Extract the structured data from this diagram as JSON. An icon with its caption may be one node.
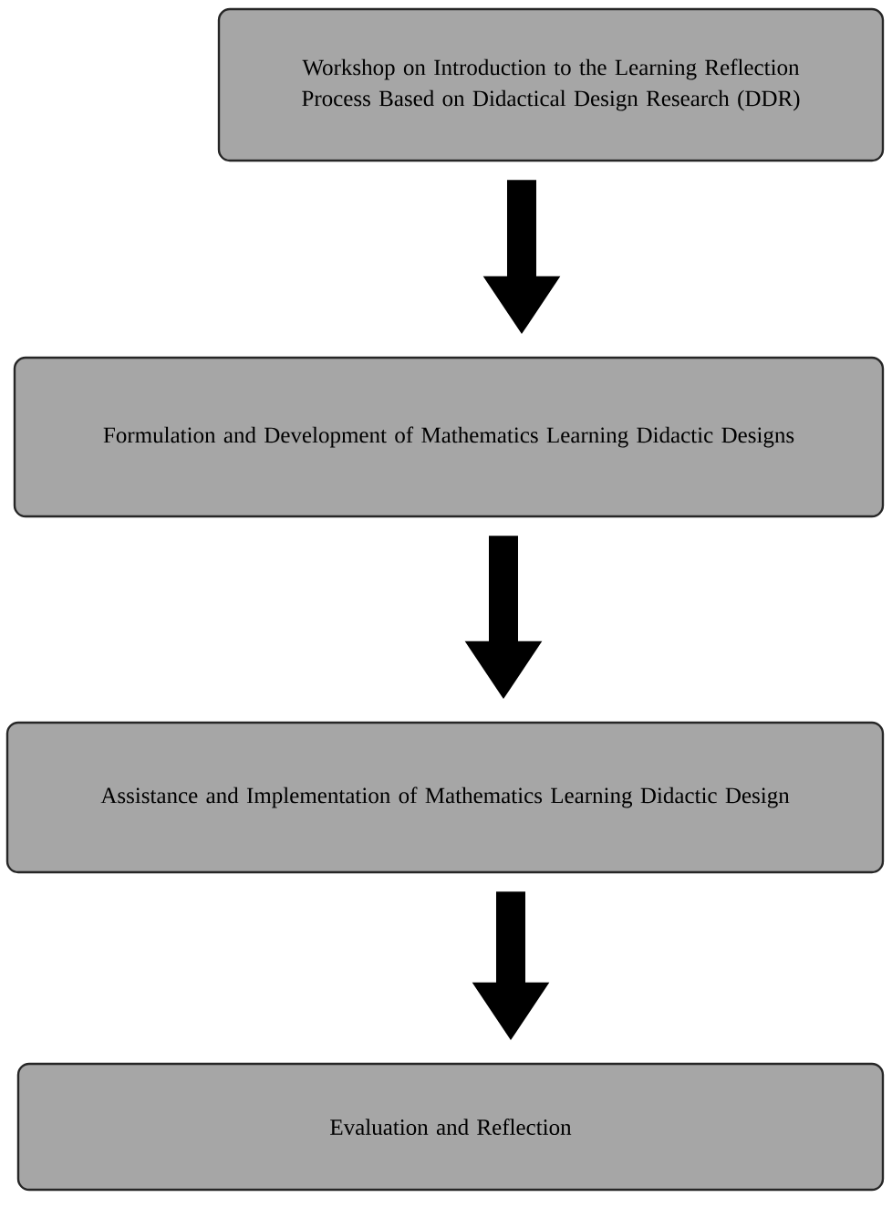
{
  "diagram": {
    "nodes": [
      {
        "text": [
          "Workshop on Introduction to the Learning Reflection Process Based on Didactical Design Research (DDR)"
        ]
      },
      {
        "text": [
          "Formulation and Development of Mathematics Learning Didactic Designs"
        ]
      },
      {
        "text": [
          "Assistance and Implementation of Mathematics Learning Didactic Design"
        ]
      },
      {
        "text": [
          "Evaluation and Reflection"
        ]
      }
    ],
    "edges": [
      {
        "from": 0,
        "to": 1,
        "arrow": "to"
      },
      {
        "from": 1,
        "to": 2,
        "arrow": "to"
      },
      {
        "from": 2,
        "to": 3,
        "arrow": "to"
      }
    ]
  }
}
